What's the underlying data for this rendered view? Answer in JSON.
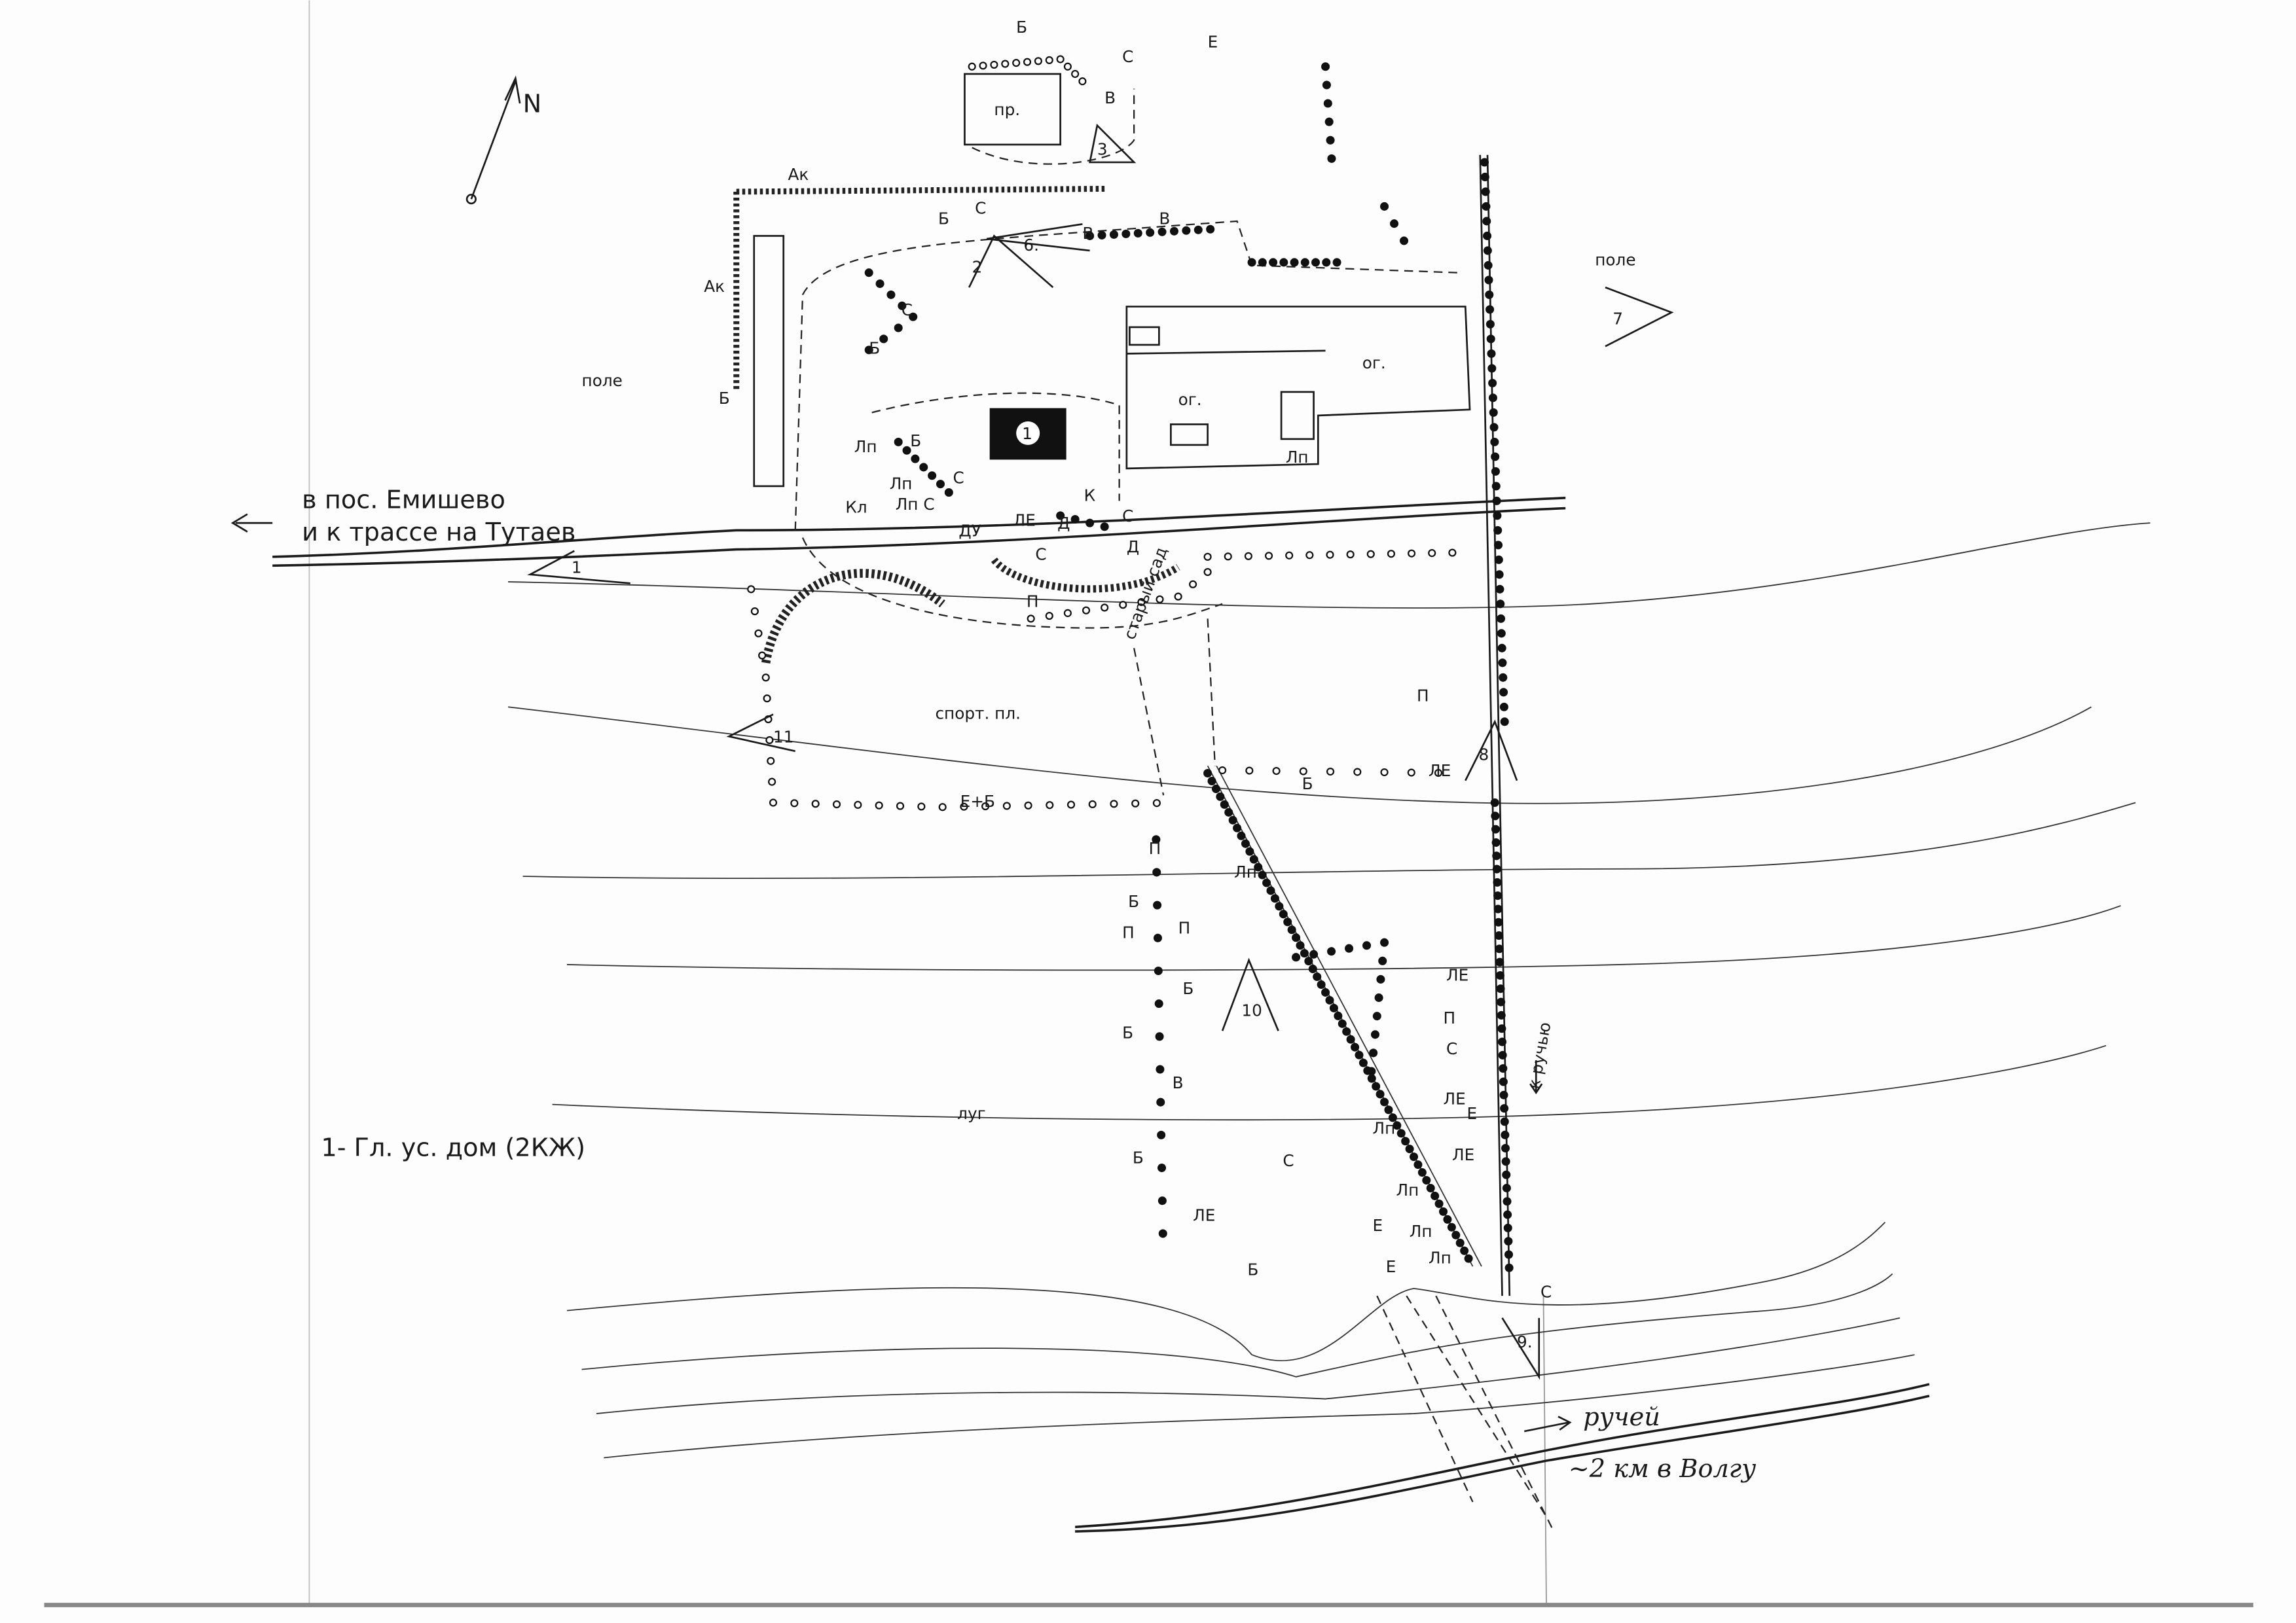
{
  "map": {
    "north": "N",
    "legend": "1- Гл. ус. дом (2КЖ)",
    "house_number": "1",
    "road_text_1": "в пос. Емишево",
    "road_text_2": "и к трассе на Тутаев",
    "stream_label": "ручей",
    "stream_note": "~2 км в Волгу",
    "to_stream": "к ручью",
    "old_garden": "старый сад",
    "sport_ground": "спорт. пл.",
    "meadow": "луг",
    "field_left": "поле",
    "field_right": "поле",
    "pond": "пр.",
    "garden_1": "ог.",
    "garden_2": "ог.",
    "viewpoints": [
      "1",
      "2",
      "3",
      "6.",
      "7",
      "8",
      "9.",
      "10",
      "11"
    ],
    "tree_labels": [
      "Б",
      "Е",
      "С",
      "В",
      "Ак",
      "Ак",
      "Б",
      "С",
      "В",
      "В",
      "С",
      "Б",
      "Б",
      "Лп",
      "Б",
      "Лп",
      "С",
      "Кл",
      "Лп С",
      "ДУ",
      "ЛЕ",
      "Д",
      "К",
      "С",
      "С",
      "Д",
      "П",
      "Лп",
      "Е+Б",
      "Б",
      "ЛЕ",
      "П",
      "П",
      "Лп",
      "Б",
      "П",
      "П",
      "Б",
      "Б",
      "В",
      "ЛЕ",
      "П",
      "С",
      "ЛЕ",
      "Е",
      "Лп",
      "ЛЕ",
      "Б",
      "С",
      "ЛЕ",
      "Лп",
      "Е",
      "Лп",
      "Б",
      "Е",
      "Лп",
      "С"
    ]
  }
}
